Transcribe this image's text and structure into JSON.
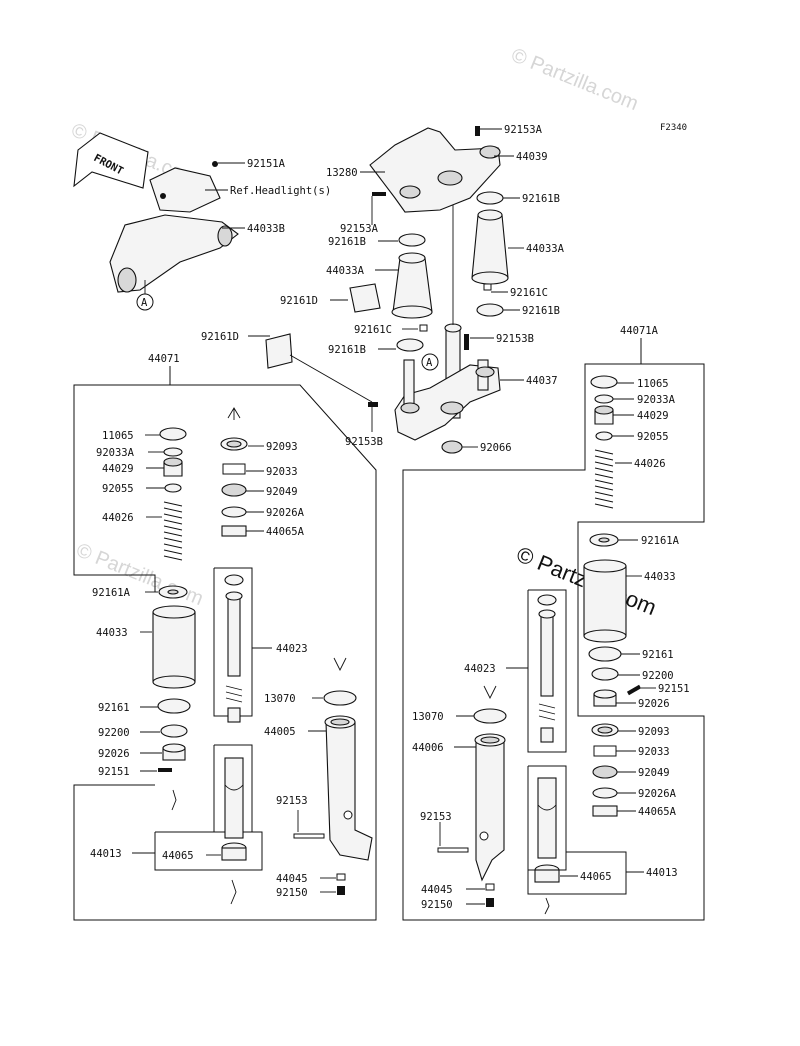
{
  "diagram": {
    "figure_id": "F2340",
    "watermark": "© Partzilla.com",
    "front_label": "FRONT",
    "ref_label": "A",
    "labels": {
      "p92151A": "92151A",
      "refHeadlight": "Ref.Headlight(s)",
      "p44033B": "44033B",
      "p92153A_top": "92153A",
      "p13280": "13280",
      "p44039": "44039",
      "p92161B_r1": "92161B",
      "p92153A_left": "92153A",
      "p92161B_l1": "92161B",
      "p44033A_r": "44033A",
      "p44033A_l": "44033A",
      "p92161C_r": "92161C",
      "p92161D_1": "92161D",
      "p92161B_r2": "92161B",
      "p92161C_l": "92161C",
      "p92153B_r": "92153B",
      "p92161D_2": "92161D",
      "p92161B_l2": "92161B",
      "p44037": "44037",
      "p44071A": "44071A",
      "p44071": "44071",
      "p92153B_l": "92153B",
      "p92066": "92066",
      "L_11065": "11065",
      "L_92033A": "92033A",
      "L_44029": "44029",
      "L_92055": "92055",
      "L_44026": "44026",
      "L_92161A": "92161A",
      "L_44033": "44033",
      "L_92161": "92161",
      "L_92200": "92200",
      "L_92026": "92026",
      "L_92151": "92151",
      "L_44013": "44013",
      "M_92093": "92093",
      "M_92033": "92033",
      "M_92049": "92049",
      "M_92026A": "92026A",
      "M_44065A": "44065A",
      "M_44023": "44023",
      "M_13070": "13070",
      "M_44005": "44005",
      "M_92153": "92153",
      "M_44065": "44065",
      "M_44045": "44045",
      "M_92150": "92150",
      "R_11065": "11065",
      "R_92033A": "92033A",
      "R_44029": "44029",
      "R_92055": "92055",
      "R_44026": "44026",
      "R_92161A": "92161A",
      "R_44033": "44033",
      "R_92161": "92161",
      "R_92200": "92200",
      "R_92151": "92151",
      "R_92026": "92026",
      "R_92093": "92093",
      "R_92033": "92033",
      "R_92049": "92049",
      "R_92026A": "92026A",
      "R_44065A": "44065A",
      "R_44013": "44013",
      "R_44065": "44065",
      "R_44023": "44023",
      "R_13070": "13070",
      "R_44006": "44006",
      "R_92153": "92153",
      "R_44045": "44045",
      "R_92150": "92150"
    }
  }
}
